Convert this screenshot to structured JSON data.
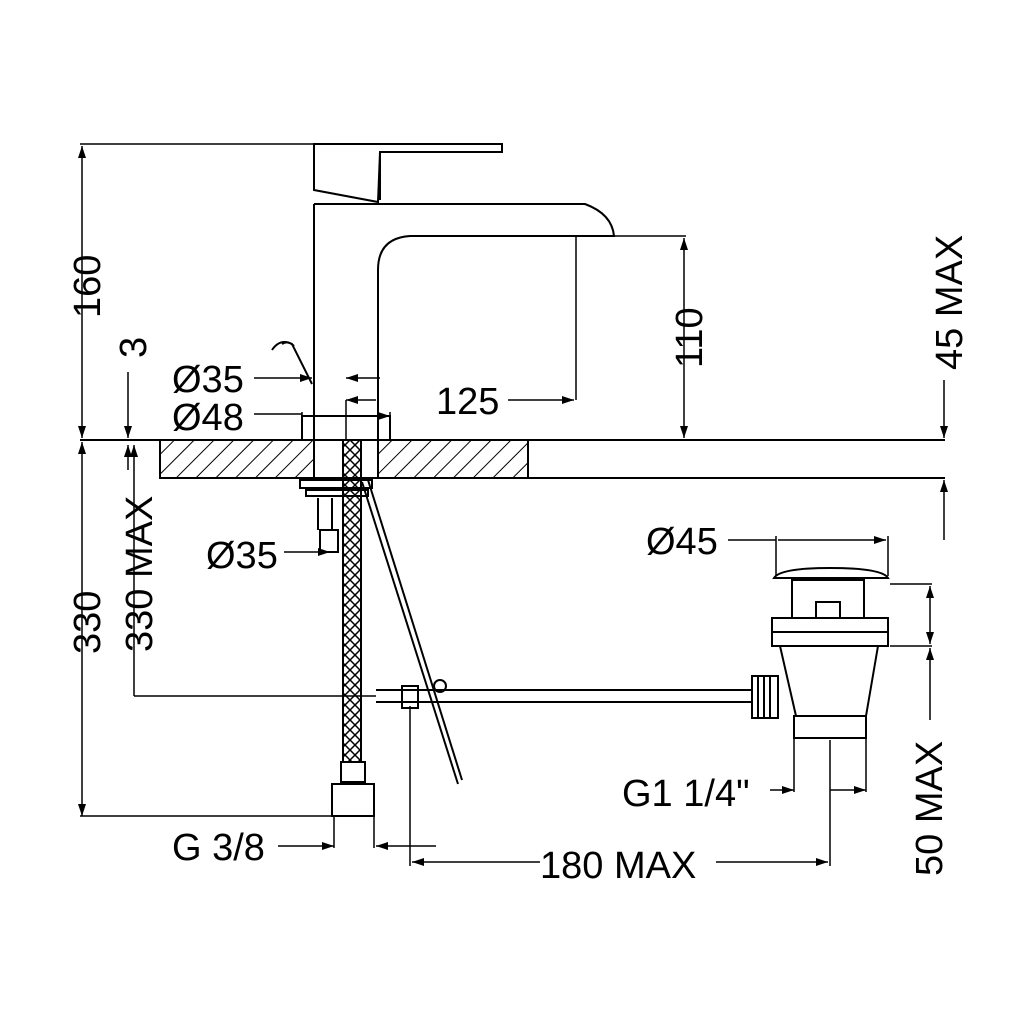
{
  "dimensions": {
    "height_spout_top": "160",
    "height_3": "3",
    "height_under_deck": "330 MAX",
    "height_total_under": "330",
    "spout_height": "110",
    "deck_max": "45 MAX",
    "dia_body": "Ø35",
    "dia_base": "Ø48",
    "dia_shank": "Ø35",
    "spout_reach": "125",
    "waste_dia": "Ø45",
    "waste_thread": "G1 1/4\"",
    "waste_height": "50 MAX",
    "hose_thread": "G 3/8",
    "rod_length": "180 MAX"
  }
}
